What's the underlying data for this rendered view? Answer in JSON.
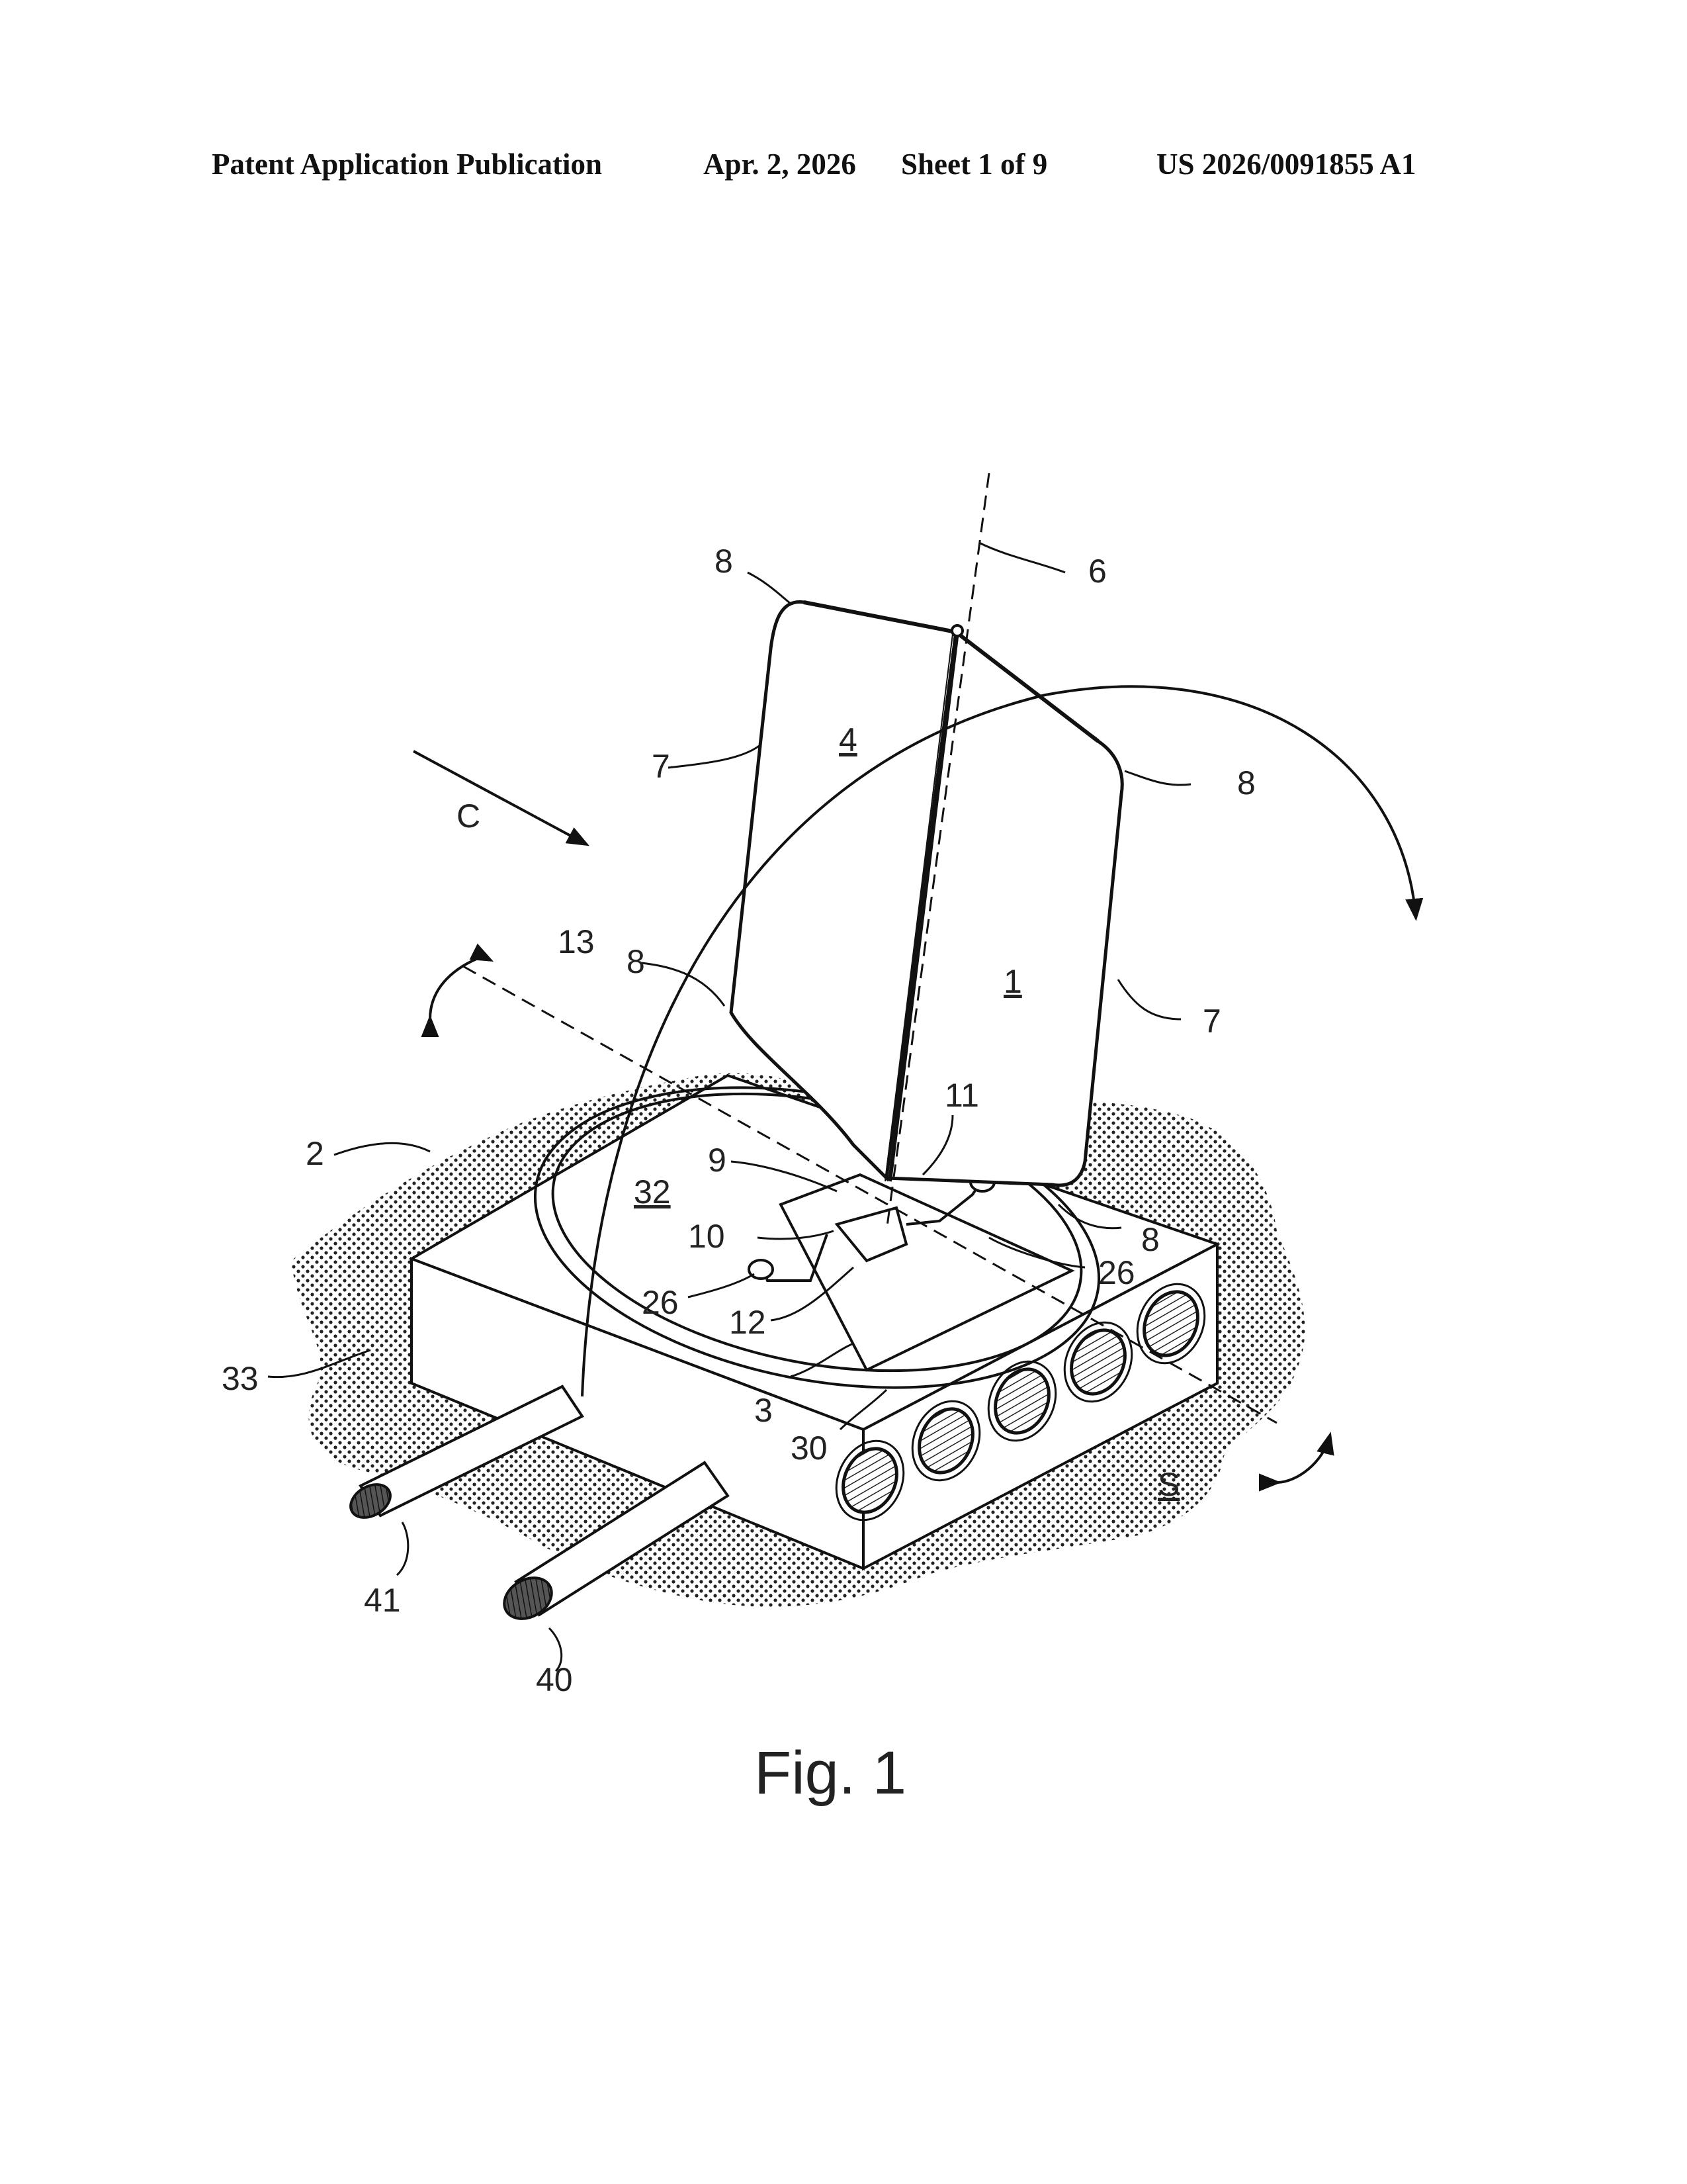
{
  "header": {
    "publication": "Patent Application Publication",
    "date": "Apr. 2, 2026",
    "sheet": "Sheet 1 of 9",
    "number": "US 2026/0091855 A1"
  },
  "figure": {
    "caption": "Fig. 1",
    "labels": {
      "l8_top": "8",
      "l6": "6",
      "l4": "4",
      "l7_left": "7",
      "l8_right": "8",
      "lC": "C",
      "l13": "13",
      "l8_mid": "8",
      "l1": "1",
      "l7_right": "7",
      "l11": "11",
      "l2": "2",
      "l9": "9",
      "l32": "32",
      "l8_low": "8",
      "l10": "10",
      "l26_right": "26",
      "l26_left": "26",
      "l12": "12",
      "l33": "33",
      "l3": "3",
      "l30": "30",
      "lS": "S",
      "l41": "41",
      "l40": "40"
    }
  }
}
